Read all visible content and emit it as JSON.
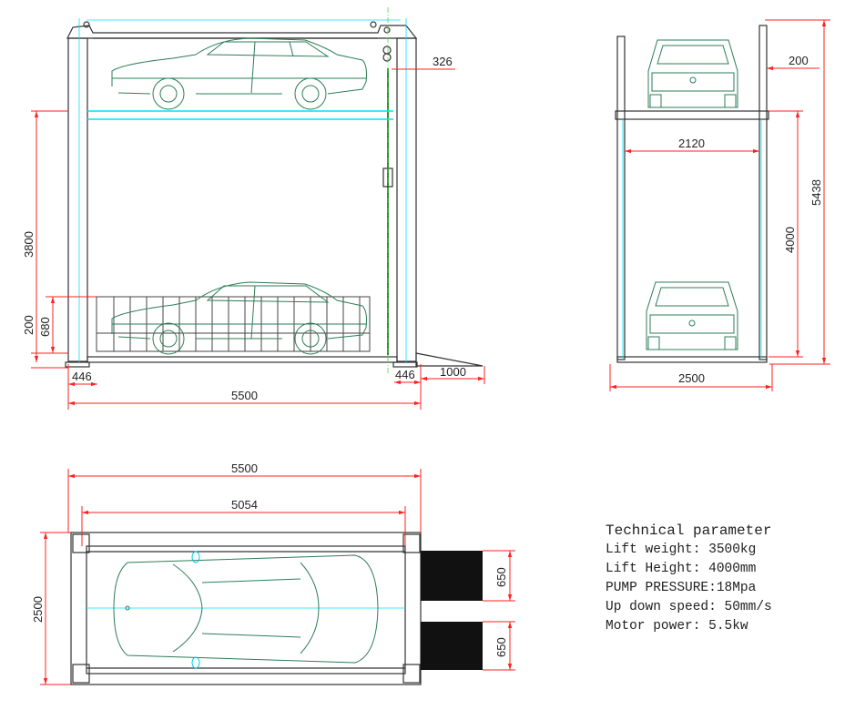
{
  "front_view": {
    "dims": {
      "top_offset": "326",
      "upper_height": "3800",
      "base": "200",
      "lower_height": "680",
      "post_left": "446",
      "post_right": "446",
      "ramp": "1000",
      "overall_length": "5500"
    }
  },
  "side_view": {
    "dims": {
      "post_offset": "200",
      "inner_width": "2120",
      "overall_height": "5438",
      "lift_height": "4000",
      "overall_width": "2500"
    }
  },
  "top_view": {
    "dims": {
      "overall_length": "5500",
      "platform_length": "5054",
      "overall_width": "2500",
      "ramp_width_1": "650",
      "ramp_width_2": "650"
    }
  },
  "technical": {
    "title": "Technical parameter",
    "lines": [
      "Lift weight: 3500kg",
      "Lift Height: 4000mm",
      "PUMP PRESSURE:18Mpa",
      "Up down speed: 50mm/s",
      "Motor power: 5.5kw"
    ]
  },
  "colors": {
    "frame": "#333333",
    "car": "#2e7d57",
    "dimension": "#ff2020",
    "centerline": "#00e0ff",
    "ramp": "#111111"
  }
}
